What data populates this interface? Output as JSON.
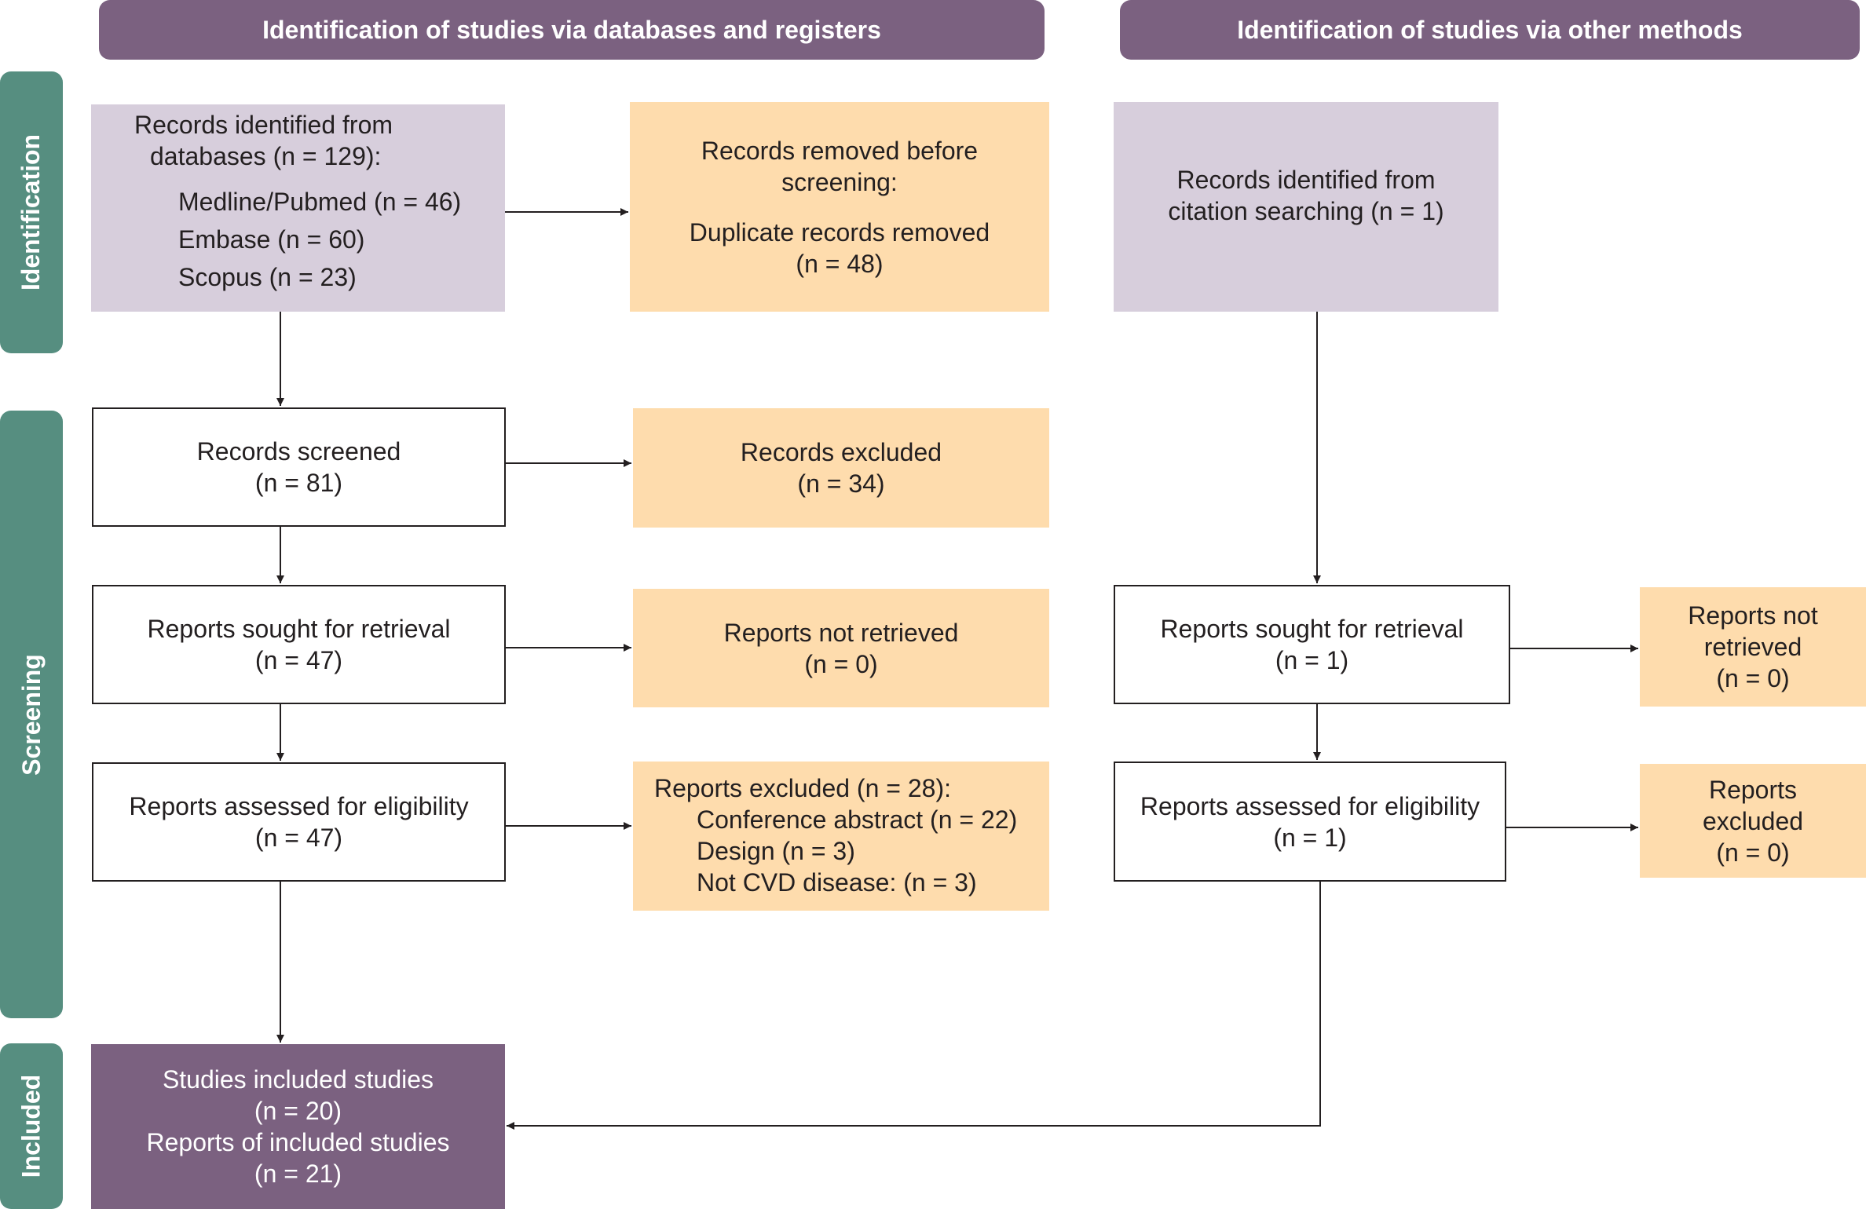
{
  "headers": {
    "databases": "Identification of studies via databases and registers",
    "other": "Identification of studies via other methods"
  },
  "stages": {
    "identification": "Identification",
    "screening": "Screening",
    "included": "Included"
  },
  "db": {
    "identified": {
      "line1": "Records identified from",
      "line2": "databases (n = 129):",
      "medline": "Medline/Pubmed (n = 46)",
      "embase": "Embase (n = 60)",
      "scopus": "Scopus (n = 23)"
    },
    "removed": {
      "line1": "Records removed before",
      "line2": "screening:",
      "line3": "Duplicate records removed",
      "line4": "(n = 48)"
    },
    "screened": {
      "line1": "Records screened",
      "line2": "(n = 81)"
    },
    "excluded": {
      "line1": "Records excluded",
      "line2": "(n = 34)"
    },
    "sought": {
      "line1": "Reports sought for retrieval",
      "line2": "(n = 47)"
    },
    "not_retrieved": {
      "line1": "Reports not retrieved",
      "line2": "(n = 0)"
    },
    "assessed": {
      "line1": "Reports assessed for eligibility",
      "line2": "(n = 47)"
    },
    "reports_excluded": {
      "line1": "Reports excluded (n = 28):",
      "line2": "Conference abstract (n = 22)",
      "line3": "Design (n = 3)",
      "line4": "Not CVD disease: (n = 3)"
    },
    "included": {
      "line1": "Studies included studies",
      "line2": "(n = 20)",
      "line3": "Reports of included studies",
      "line4": "(n = 21)"
    }
  },
  "other": {
    "identified": {
      "line1": "Records identified from",
      "line2": "citation searching (n = 1)"
    },
    "sought": {
      "line1": "Reports sought for retrieval",
      "line2": "(n = 1)"
    },
    "not_retrieved": {
      "line1": "Reports not",
      "line2": "retrieved",
      "line3": "(n = 0)"
    },
    "assessed": {
      "line1": "Reports assessed for eligibility",
      "line2": "(n = 1)"
    },
    "excluded": {
      "line1": "Reports",
      "line2": "excluded",
      "line3": "(n = 0)"
    }
  },
  "colors": {
    "header": "#7b6180",
    "stage": "#568e80",
    "identified_box": "#d7cedc",
    "excluded_box": "#fedcad",
    "included_box": "#7b6180"
  }
}
